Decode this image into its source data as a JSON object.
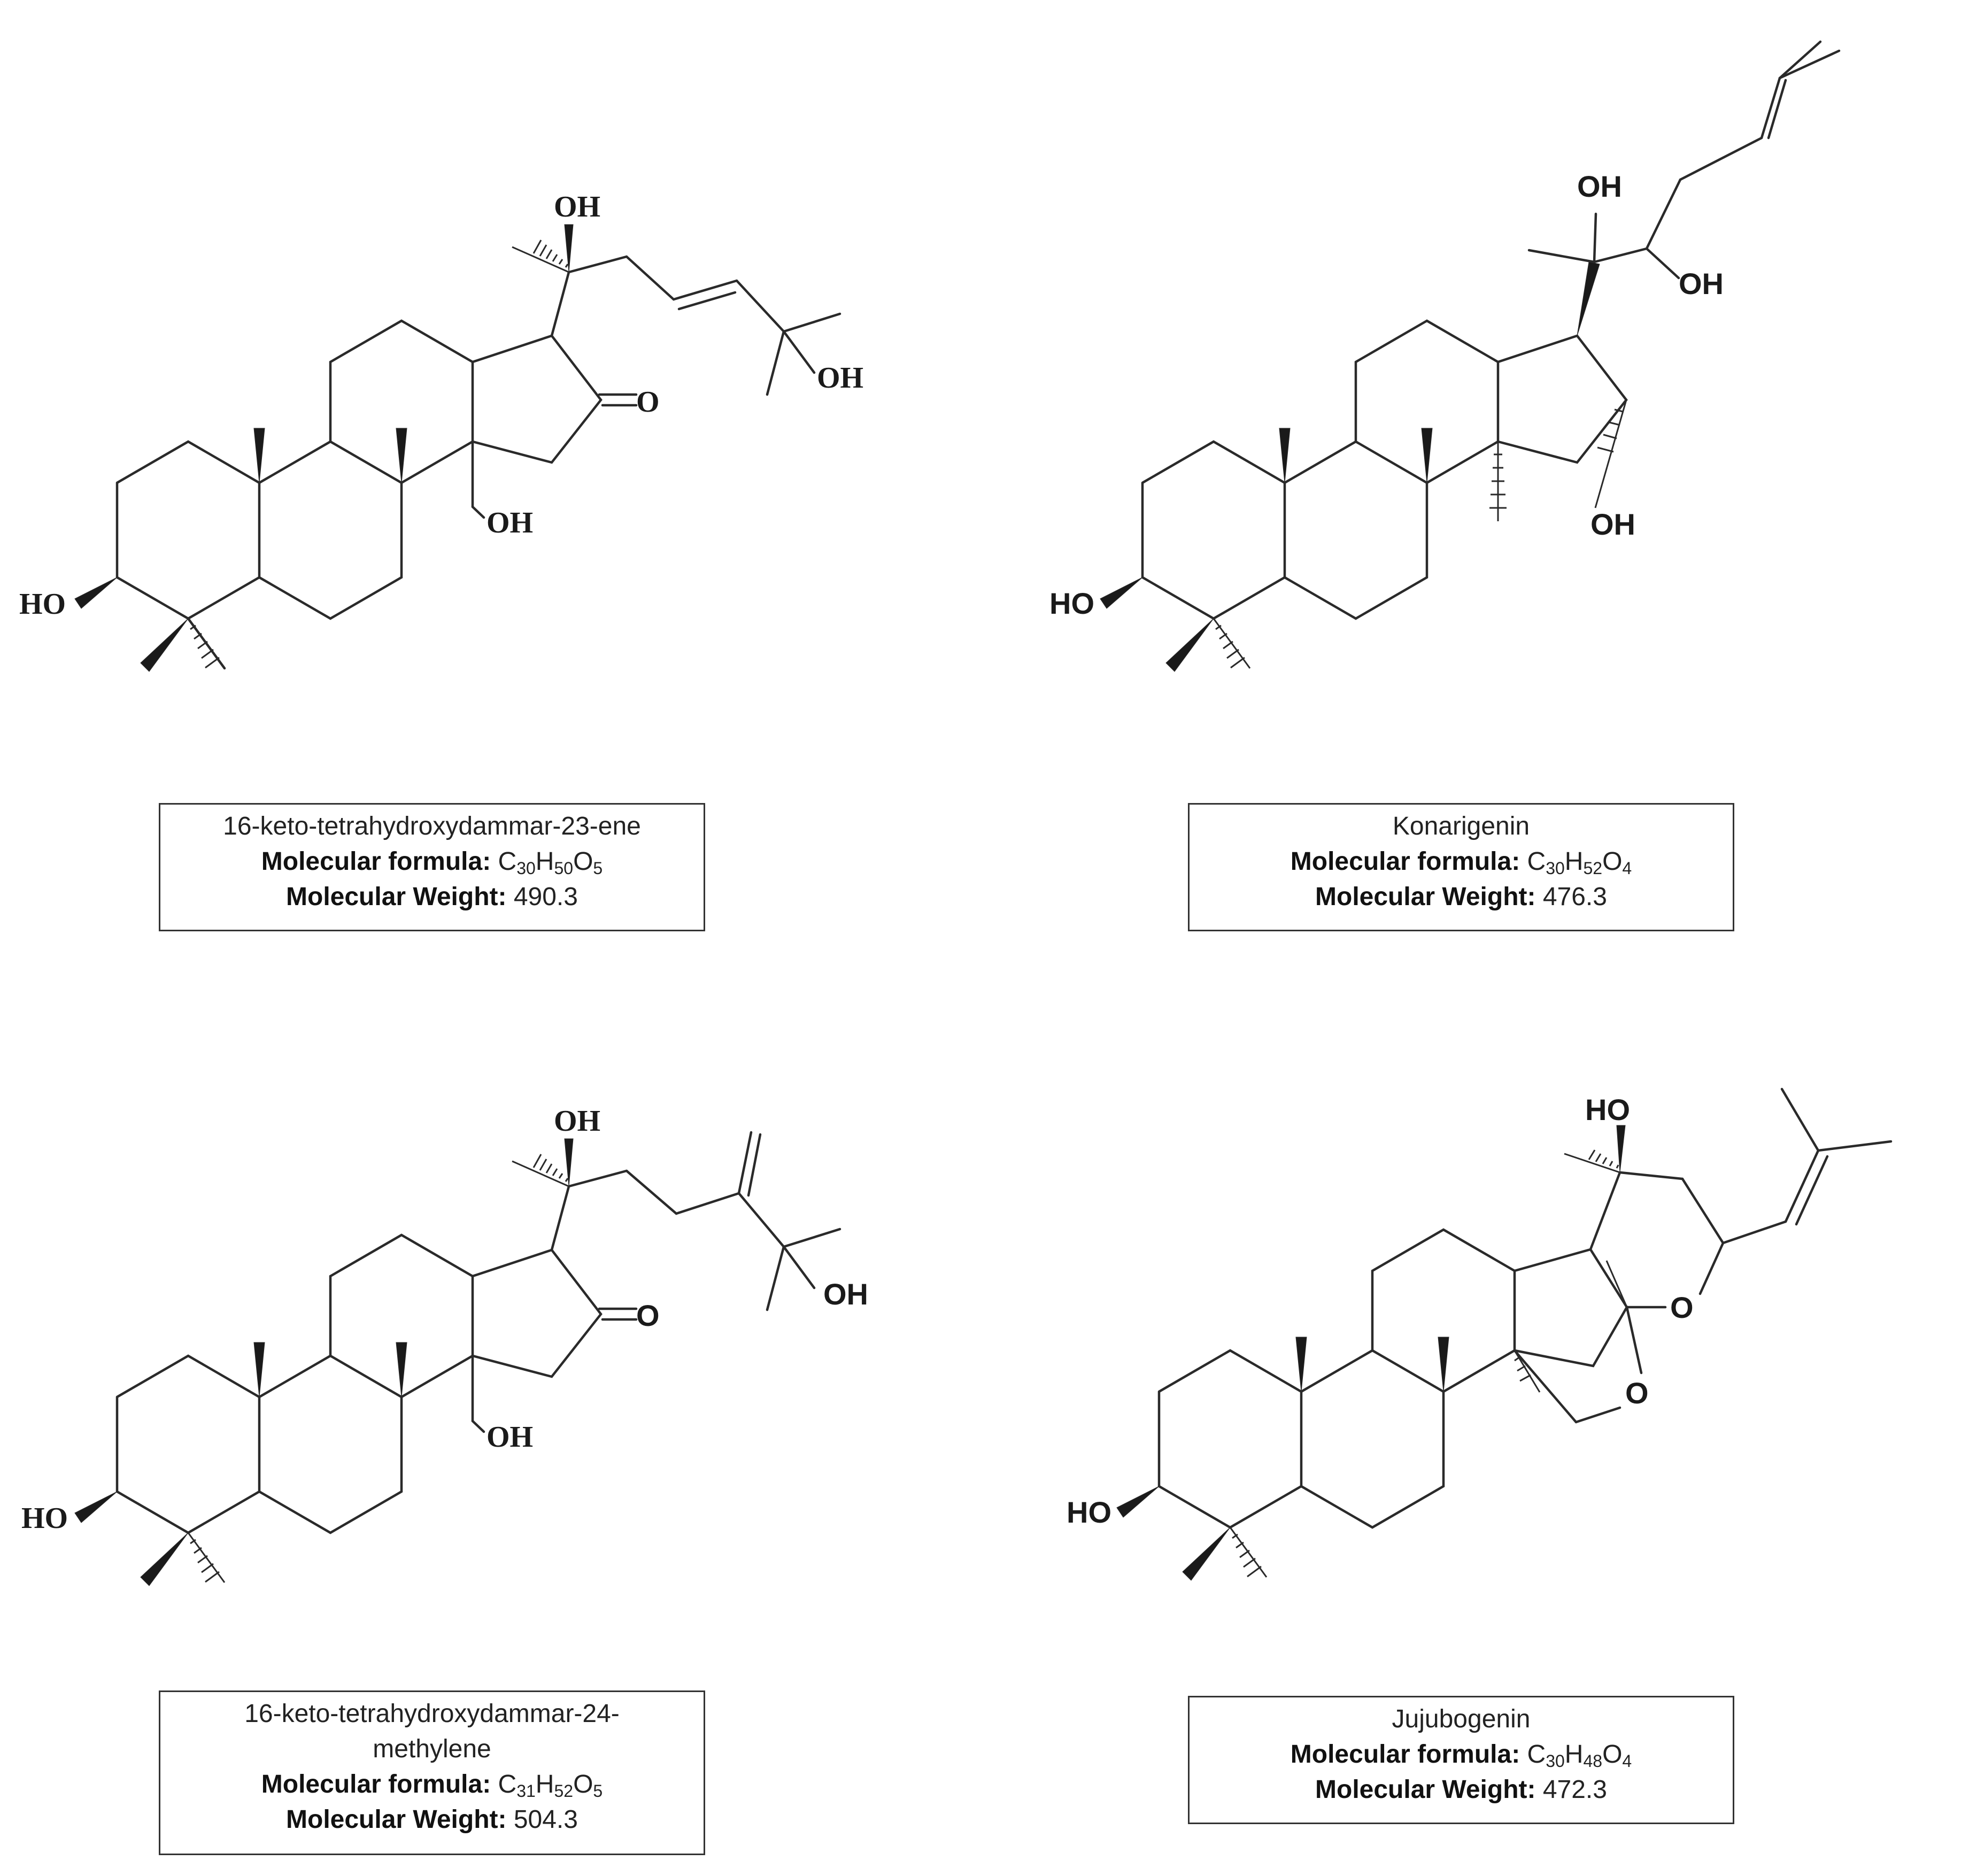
{
  "compounds": [
    {
      "name_lines": [
        "16-keto-tetrahydroxydammar-23-ene"
      ],
      "formula_label": "Molecular formula:",
      "formula": [
        {
          "t": "C"
        },
        {
          "s": "30"
        },
        {
          "t": "H"
        },
        {
          "s": "50"
        },
        {
          "t": "O"
        },
        {
          "s": "5"
        }
      ],
      "weight_label": "Molecular Weight:",
      "weight": "490.3",
      "atom_labels": {
        "oh_top": "OH",
        "oh_right": "OH",
        "ketone": "O",
        "oh_14": "OH",
        "ho_3": "HO"
      }
    },
    {
      "name_lines": [
        "Konarigenin"
      ],
      "formula_label": "Molecular formula:",
      "formula": [
        {
          "t": "C"
        },
        {
          "s": "30"
        },
        {
          "t": "H"
        },
        {
          "s": "52"
        },
        {
          "t": "O"
        },
        {
          "s": "4"
        }
      ],
      "weight_label": "Molecular Weight:",
      "weight": "476.3",
      "atom_labels": {
        "oh_20": "OH",
        "oh_22": "OH",
        "oh_15": "OH",
        "ho_3": "HO"
      }
    },
    {
      "name_lines": [
        "16-keto-tetrahydroxydammar-24-",
        "methylene"
      ],
      "formula_label": "Molecular formula:",
      "formula": [
        {
          "t": "C"
        },
        {
          "s": "31"
        },
        {
          "t": "H"
        },
        {
          "s": "52"
        },
        {
          "t": "O"
        },
        {
          "s": "5"
        }
      ],
      "weight_label": "Molecular Weight:",
      "weight": "504.3",
      "atom_labels": {
        "oh_top": "OH",
        "oh_right": "OH",
        "ketone": "O",
        "oh_14": "OH",
        "ho_3": "HO"
      }
    },
    {
      "name_lines": [
        "Jujubogenin"
      ],
      "formula_label": "Molecular formula:",
      "formula": [
        {
          "t": "C"
        },
        {
          "s": "30"
        },
        {
          "t": "H"
        },
        {
          "s": "48"
        },
        {
          "t": "O"
        },
        {
          "s": "4"
        }
      ],
      "weight_label": "Molecular Weight:",
      "weight": "472.3",
      "atom_labels": {
        "ho_20": "HO",
        "o_ring": "O",
        "o_bridge": "O",
        "ho_3": "HO"
      }
    }
  ]
}
